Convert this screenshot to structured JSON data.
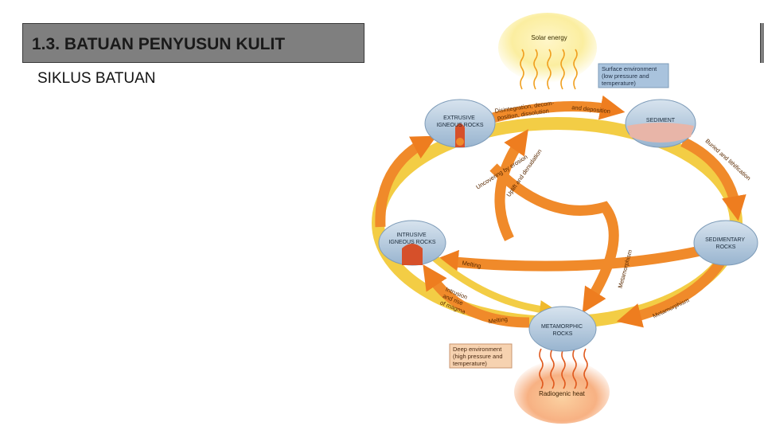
{
  "slide": {
    "title": "1.3. BATUAN PENYUSUN KULIT",
    "subtitle": "SIKLUS BATUAN"
  },
  "diagram": {
    "energy_top": "Solar energy",
    "energy_bottom": "Radiogenic heat",
    "surface_env": [
      "Surface environment",
      "(low pressure and",
      "temperature)"
    ],
    "deep_env": [
      "Deep environment",
      "(high pressure and",
      "temperature)"
    ],
    "nodes": {
      "extrusive": [
        "EXTRUSIVE",
        "IGNEOUS ROCKS"
      ],
      "sediment": [
        "SEDIMENT"
      ],
      "sedimentary": [
        "SEDIMENTARY",
        "ROCKS"
      ],
      "intrusive": [
        "INTRUSIVE",
        "IGNEOUS ROCKS"
      ],
      "metamorphic": [
        "METAMORPHIC",
        "ROCKS"
      ]
    },
    "processes": {
      "disintegration": [
        "Disintegration, decom-",
        "position, dissolution"
      ],
      "deposition": "and deposition",
      "buried": "Buried and lithification",
      "uncovering": "Uncovering by erosion",
      "uplift": "Uplift and denudation",
      "melting_mid": "Melting",
      "metamorphism_center": "Metamorphism",
      "metamorphism_right": "Metamorphism",
      "intrusion": [
        "Intrusion",
        "and rise",
        "of magma"
      ],
      "melting_bottom": "Melting"
    }
  },
  "colors": {
    "arrow_orange": "#f08a2a",
    "arrow_yellow": "#f3cd45",
    "node_blue": "#a9c3dd",
    "magma_red": "#d6502a",
    "energy_glow": "#fbeea0",
    "surface_box": "#a9c3dd",
    "deep_box": "#f6d2b0"
  }
}
